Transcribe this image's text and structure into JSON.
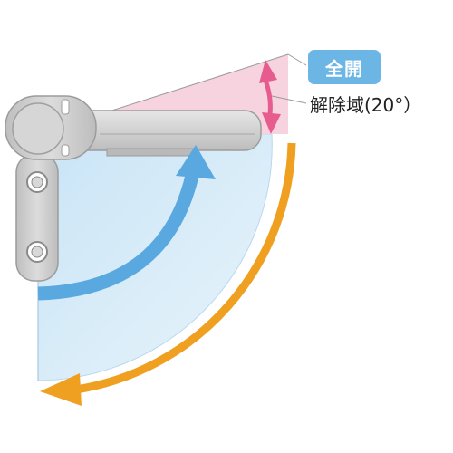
{
  "labels": {
    "full_open": "全開",
    "release_zone": "解除域(20°）"
  },
  "angles": {
    "release_zone_degrees": 20
  },
  "colors": {
    "open_area": "#d8ecf8",
    "release_zone": "#f7d3df",
    "release_arrow": "#e65c8e",
    "opening_arrow": "#5aa8e0",
    "rotation_arrow": "#f0a020",
    "callout": "#6cb6e6",
    "hardware": "#d0d0d0"
  }
}
